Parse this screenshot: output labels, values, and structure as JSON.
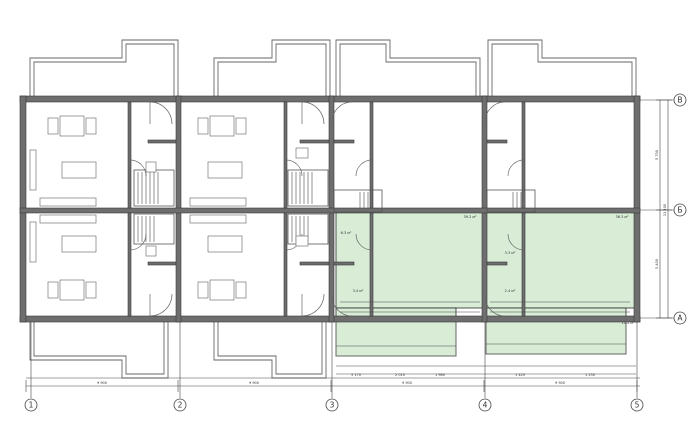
{
  "axes_horizontal": [
    "1",
    "2",
    "3",
    "4",
    "5"
  ],
  "axes_vertical": [
    "В",
    "Б",
    "А"
  ],
  "dims_bottom_overall": [
    "9 900",
    "9 900",
    "9 900",
    "9 900"
  ],
  "dims_bottom_detail": [
    "3 170",
    "2 010",
    "1 960",
    "1 420",
    "1 230"
  ],
  "dims_right": [
    "5 700",
    "11 100",
    "5 400"
  ],
  "room_areas": [
    "36.3 м²",
    "39.2 м²",
    "6.3 м²",
    "3.3 м²",
    "3.4 м²",
    "2.4 м²",
    "11.2 м²"
  ],
  "highlight_color": "#d8ecd6"
}
